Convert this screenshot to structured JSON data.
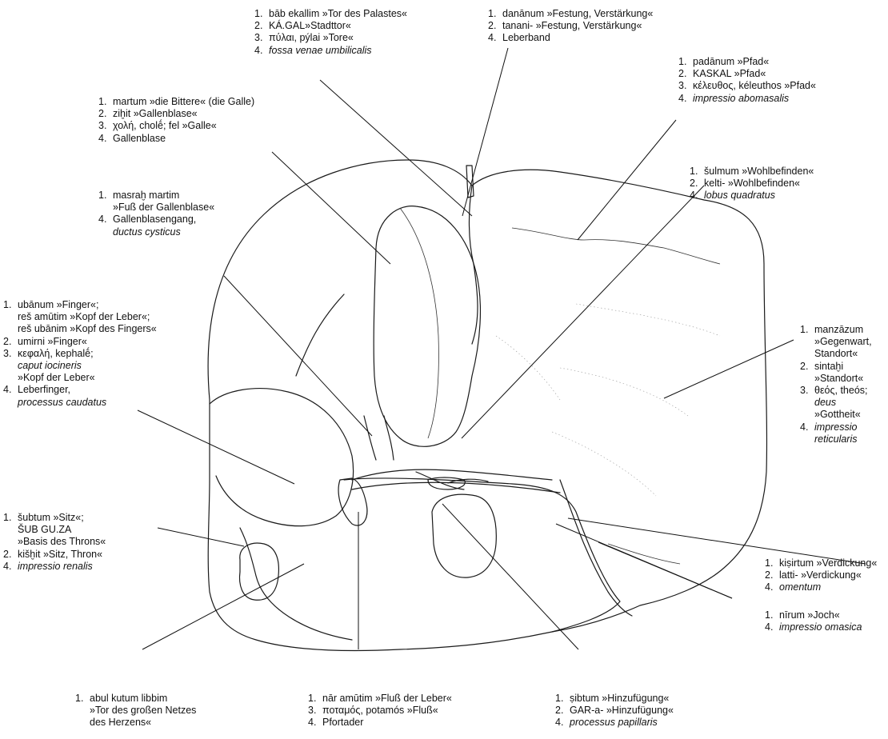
{
  "labels": {
    "bab_ekallim": [
      {
        "n": "1.",
        "t": "bāb ekallim »Tor des Palastes«"
      },
      {
        "n": "2.",
        "t": "KÁ.GAL»Stadttor«"
      },
      {
        "n": "3.",
        "t": "πύλαι, pýlai »Tore«"
      },
      {
        "n": "4.",
        "t": "fossa venae umbilicalis",
        "italic": true
      }
    ],
    "dananum": [
      {
        "n": "1.",
        "t": "danānum »Festung, Verstärkung«"
      },
      {
        "n": "2.",
        "t": "tanani- »Festung, Verstärkung«"
      },
      {
        "n": "4.",
        "t": "Leberband"
      }
    ],
    "padanum": [
      {
        "n": "1.",
        "t": "padānum »Pfad«"
      },
      {
        "n": "2.",
        "t": "KASKAL »Pfad«"
      },
      {
        "n": "3.",
        "t": "κέλευθος, kéleuthos »Pfad«"
      },
      {
        "n": "4.",
        "t": "impressio abomasalis",
        "italic": true
      }
    ],
    "martum": [
      {
        "n": "1.",
        "t": "martum »die Bittere« (die Galle)"
      },
      {
        "n": "2.",
        "t": "ziḫit »Gallenblase«"
      },
      {
        "n": "3.",
        "t": "χολή, cholḗ; fel »Galle«"
      },
      {
        "n": "4.",
        "t": "Gallenblase"
      }
    ],
    "sulmum": [
      {
        "n": "1.",
        "t": "šulmum »Wohlbefinden«"
      },
      {
        "n": "2.",
        "t": "kelti- »Wohlbefinden«"
      },
      {
        "n": "4.",
        "t": "lobus quadratus",
        "italic": true
      }
    ],
    "masrah": [
      {
        "n": "1.",
        "t": "masraḫ martim"
      },
      {
        "n": "",
        "t": "»Fuß der Gallenblase«"
      },
      {
        "n": "4.",
        "t": "Gallenblasengang,"
      },
      {
        "n": "",
        "t": "ductus cysticus",
        "italic": true
      }
    ],
    "ubanum": [
      {
        "n": "1.",
        "t": "ubānum »Finger«;"
      },
      {
        "n": "",
        "t": "reš amūtim »Kopf der Leber«;"
      },
      {
        "n": "",
        "t": "reš ubānim »Kopf des Fingers«"
      },
      {
        "n": "2.",
        "t": "umirni »Finger«"
      },
      {
        "n": "3.",
        "t": "κεφαλή, kephalḗ;"
      },
      {
        "n": "",
        "t": "caput iocineris",
        "italic": true
      },
      {
        "n": "",
        "t": "»Kopf der Leber«"
      },
      {
        "n": "4.",
        "t": "Leberfinger,"
      },
      {
        "n": "",
        "t": "processus caudatus",
        "italic": true
      }
    ],
    "manzazum": [
      {
        "n": "1.",
        "t": "manzāzum"
      },
      {
        "n": "",
        "t": "»Gegenwart,"
      },
      {
        "n": "",
        "t": "Standort«"
      },
      {
        "n": "2.",
        "t": "sintaḫi"
      },
      {
        "n": "",
        "t": "»Standort«"
      },
      {
        "n": "3.",
        "t": "θεός, theós;"
      },
      {
        "n": "",
        "t": "deus",
        "italic": true
      },
      {
        "n": "",
        "t": "»Gottheit«"
      },
      {
        "n": "4.",
        "t": "impressio",
        "italic": true
      },
      {
        "n": "",
        "t": "reticularis",
        "italic": true
      }
    ],
    "subtum": [
      {
        "n": "1.",
        "t": "šubtum »Sitz«;"
      },
      {
        "n": "",
        "t": "ŠUB GU.ZA"
      },
      {
        "n": "",
        "t": "»Basis des Throns«"
      },
      {
        "n": "2.",
        "t": "kišḫit »Sitz, Thron«"
      },
      {
        "n": "4.",
        "t": "impressio renalis",
        "italic": true
      }
    ],
    "kisirtum": [
      {
        "n": "1.",
        "t": "kiṣirtum »Verdickung«"
      },
      {
        "n": "2.",
        "t": "latti- »Verdickung«"
      },
      {
        "n": "4.",
        "t": "omentum",
        "italic": true
      }
    ],
    "nirum": [
      {
        "n": "1.",
        "t": "nīrum »Joch«"
      },
      {
        "n": "4.",
        "t": "impressio omasica",
        "italic": true
      }
    ],
    "abul": [
      {
        "n": "1.",
        "t": "abul kutum libbim"
      },
      {
        "n": "",
        "t": "»Tor des großen Netzes"
      },
      {
        "n": "",
        "t": "des Herzens«"
      }
    ],
    "nar": [
      {
        "n": "1.",
        "t": "nār amūtim »Fluß der Leber«"
      },
      {
        "n": "3.",
        "t": "ποταμός, potamós »Fluß«"
      },
      {
        "n": "4.",
        "t": "Pfortader"
      }
    ],
    "sibtum": [
      {
        "n": "1.",
        "t": "ṣibtum »Hinzufügung«"
      },
      {
        "n": "2.",
        "t": "GAR-a- »Hinzufügung«"
      },
      {
        "n": "4.",
        "t": "processus papillaris",
        "italic": true
      }
    ]
  }
}
